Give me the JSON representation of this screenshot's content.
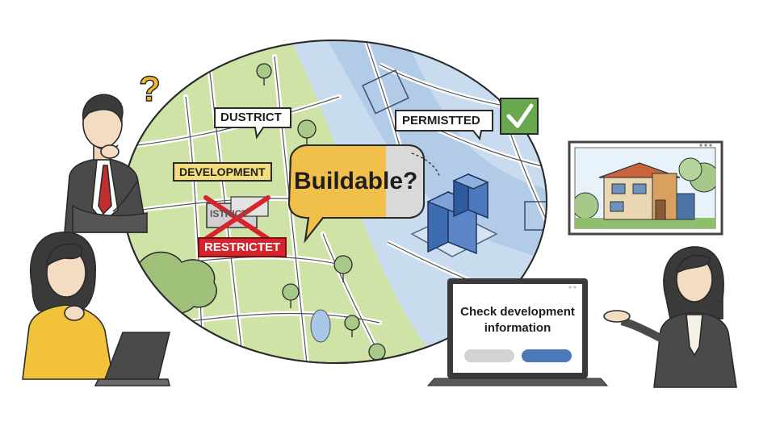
{
  "labels": {
    "district": "DUSTRICT",
    "permitted": "PERMISTTED",
    "development": "DEVELOPMENT",
    "restricted": "RESTRICTET",
    "sign_text": "ISTRICT",
    "question": "Buildable?"
  },
  "laptop": {
    "screen_text": "Check development information"
  },
  "colors": {
    "green_area": "#cfe3a6",
    "water_area": "#c9dcef",
    "bubble_yellow": "#f0c04a",
    "bubble_grey": "#d9d9d9",
    "check_green": "#6aa84f",
    "restricted_red": "#d7242c",
    "building_blue": "#3e6cb3",
    "laptop_button_blue": "#4a78b8",
    "laptop_button_grey": "#d3d3d3",
    "sweater_yellow": "#f1c23a"
  },
  "icons": [
    "question-mark-icon",
    "check-mark-icon",
    "red-x-icon",
    "house-icon",
    "tree-icon"
  ]
}
